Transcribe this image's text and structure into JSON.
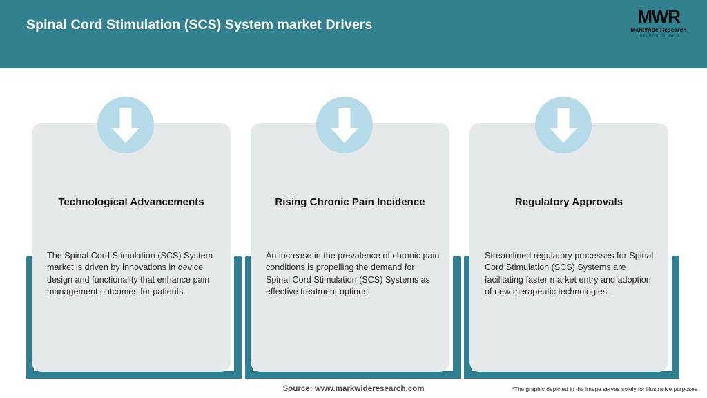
{
  "header": {
    "title": "Spinal Cord Stimulation (SCS) System market Drivers",
    "bg_color": "#32818f",
    "title_color": "#ffffff"
  },
  "logo": {
    "mark": "MWR",
    "name": "MarkWide Research",
    "tagline": "Inspiring Growth"
  },
  "theme": {
    "accent_teal": "#2f7f93",
    "card_bg": "#e6e9ea",
    "icon_circle": "#b4dbe7",
    "arrow_color": "#ffffff"
  },
  "cards": [
    {
      "icon": "arrow-down-icon",
      "title": "Technological Advancements",
      "body": "The Spinal Cord Stimulation (SCS) System market is driven by innovations in device design and functionality that enhance pain management outcomes for patients."
    },
    {
      "icon": "arrow-down-icon",
      "title": "Rising Chronic Pain Incidence",
      "body": "An increase in the prevalence of chronic pain conditions is propelling the demand for Spinal Cord Stimulation (SCS) Systems as effective treatment options."
    },
    {
      "icon": "arrow-down-icon",
      "title": "Regulatory Approvals",
      "body": "Streamlined regulatory processes for Spinal Cord Stimulation (SCS) Systems are facilitating faster market entry and adoption of new therapeutic technologies."
    }
  ],
  "footer": {
    "source": "Source: www.markwideresearch.com",
    "disclaimer": "*The graphic depicted in the image serves solely for illustrative purposes"
  }
}
